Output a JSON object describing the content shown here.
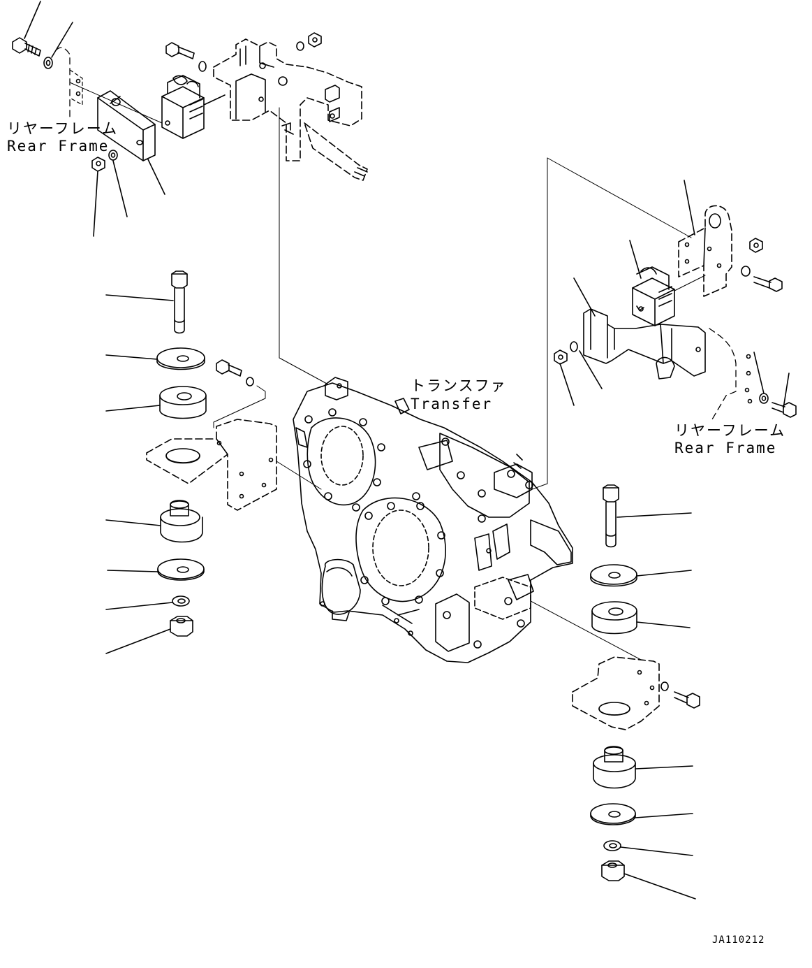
{
  "labels": {
    "rear_frame_left_jp": "リヤーフレーム",
    "rear_frame_left_en": "Rear Frame",
    "transfer_jp": "トランスファ",
    "transfer_en": "Transfer",
    "rear_frame_right_jp": "リヤーフレーム",
    "rear_frame_right_en": "Rear Frame",
    "drawing_code": "JA110212"
  },
  "colors": {
    "line": "#000000",
    "background": "#ffffff"
  }
}
